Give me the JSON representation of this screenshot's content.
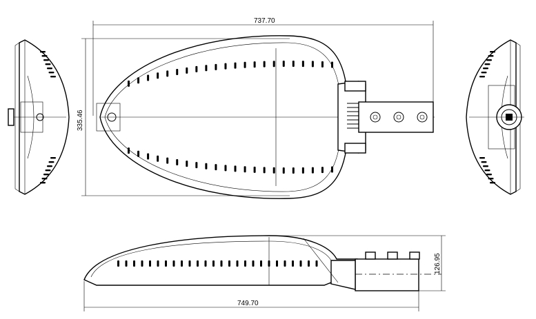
{
  "dimensions": {
    "top_width": "737.70",
    "top_height": "335.46",
    "side_width": "749.70",
    "side_height": "126.95"
  }
}
